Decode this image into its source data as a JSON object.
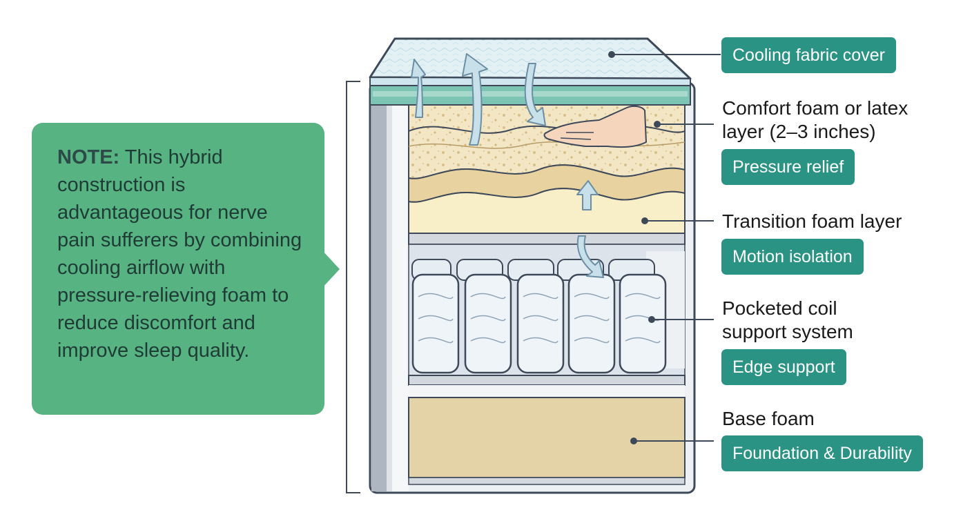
{
  "note": {
    "label": "NOTE:",
    "text": "This hybrid construction is advantageous for nerve pain sufferers by combining cooling airflow with pressure-relieving foam to reduce discomfort and improve sleep quality."
  },
  "layers": [
    {
      "id": "cover",
      "title": "",
      "badge": "Cooling fabric cover"
    },
    {
      "id": "comfort",
      "title": "Comfort foam or latex\nlayer (2–3 inches)",
      "badge": "Pressure relief"
    },
    {
      "id": "transition",
      "title": "Transition foam layer",
      "badge": "Motion isolation"
    },
    {
      "id": "coils",
      "title": "Pocketed coil\nsupport system",
      "badge": "Edge support"
    },
    {
      "id": "base",
      "title": "Base foam",
      "badge": "Foundation & Durability"
    }
  ],
  "colors": {
    "note_bg": "#58b382",
    "badge_bg": "#2a9384",
    "outline": "#3d4858",
    "cover": "#dcecf2",
    "quilt": "#7cc5b4",
    "comfort_foam": "#f3e6c4",
    "transition_foam": "#f8eec8",
    "base_foam": "#e3d3a7",
    "airflow": "#a9cedf"
  }
}
